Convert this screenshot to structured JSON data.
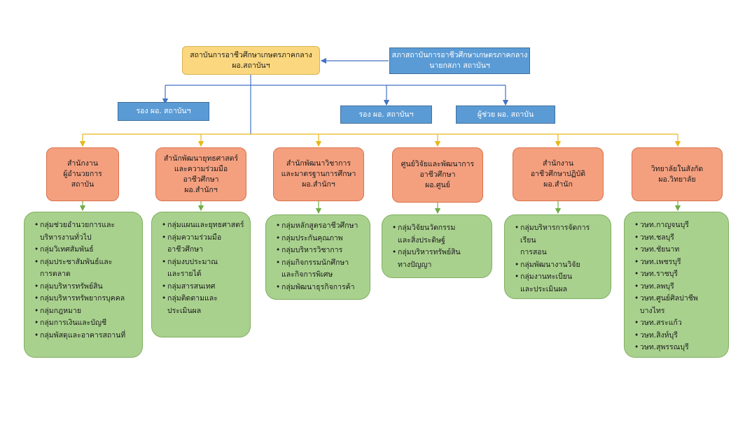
{
  "top": {
    "institute": [
      "สถาบันการอาชีวศึกษาเกษตรภาคกลาง",
      "ผอ.สถาบันฯ"
    ],
    "council": [
      "สภาสถาบันการอาชีวศึกษาเกษตรภาคกลาง",
      "นายกสภา สถาบันฯ"
    ]
  },
  "deputies": {
    "deputy_left": "รอง ผอ. สถาบันฯ",
    "deputy_mid": "รอง ผอ. สถาบันฯ",
    "assistant": "ผู้ช่วย ผอ. สถาบัน"
  },
  "units": [
    {
      "title": [
        "สำนักงาน",
        "ผู้อำนวยการ",
        "สถาบัน"
      ],
      "items": [
        "กลุ่มช่วยอำนวยการและ\nบริหารงานทั่วไป",
        "กลุ่มวิเทศสัมพันธ์",
        "กลุ่มประชาสัมพันธ์และ\nการตลาด",
        "กลุ่มบริหารทรัพย์สิน",
        "กลุ่มบริหารทรัพยากรบุคคล",
        "กลุ่มกฎหมาย",
        "กลุ่มการเงินและบัญชี",
        "กลุ่มพัสดุและอาคารสถานที่"
      ]
    },
    {
      "title": [
        "สำนักพัฒนายุทธศาสตร์",
        "และความร่วมมือ",
        "อาชีวศึกษา",
        "ผอ.สำนักฯ"
      ],
      "items": [
        "กลุ่มแผนและยุทธศาสตร์",
        "กลุ่มความร่วมมือ\nอาชีวศึกษา",
        "กลุ่มงบประมาณ\nและรายได้",
        "กลุ่มสารสนเทศ",
        "กลุ่มติดตามและ\nประเมินผล"
      ]
    },
    {
      "title": [
        "สำนักพัฒนาวิชาการ",
        "และมาตรฐานการศึกษา",
        "ผอ.สำนักฯ"
      ],
      "items": [
        "กลุ่มหลักสูตรอาชีวศึกษา",
        "กลุ่มประกันคุณภาพ",
        "กลุ่มบริหารวิชาการ",
        "กลุ่มกิจกรรมนักศึกษา\nและกิจการพิเศษ",
        "กลุ่มพัฒนาธุรกิจการค้า"
      ]
    },
    {
      "title": [
        "ศูนย์วิจัยและพัฒนาการ",
        "อาชีวศึกษา",
        "ผอ.ศูนย์"
      ],
      "items": [
        "กลุ่มวิจัยนวัตกรรม\nและสิ่งประดิษฐ์",
        "กลุ่มบริหารทรัพย์สิน\nทางปัญญา"
      ]
    },
    {
      "title": [
        "สำนักงาน",
        "อาชีวศึกษาปฏิบัติ",
        "ผอ.สำนัก"
      ],
      "items": [
        "กลุ่มบริหารการจัดการเรียน\nการสอน",
        "กลุ่มพัฒนางานวิจัย",
        "กลุ่มงานทะเบียน\nและประเมินผล"
      ]
    },
    {
      "title": [
        "วิทยาลัยในสังกัด",
        "ผอ.วิทยาลัย"
      ],
      "items": [
        "วษท.กาญจนบุรี",
        "วษท.ชลบุรี",
        "วษท.ชัยนาท",
        "วษท.เพชรบุรี",
        "วษท.ราชบุรี",
        "วษท.ลพบุรี",
        "วษท.ศูนย์ศิลปาชีพบางไทร",
        "วษท.สระแก้ว",
        "วษท.สิงห์บุรี",
        "วษท.สุพรรณบุรี"
      ]
    }
  ]
}
